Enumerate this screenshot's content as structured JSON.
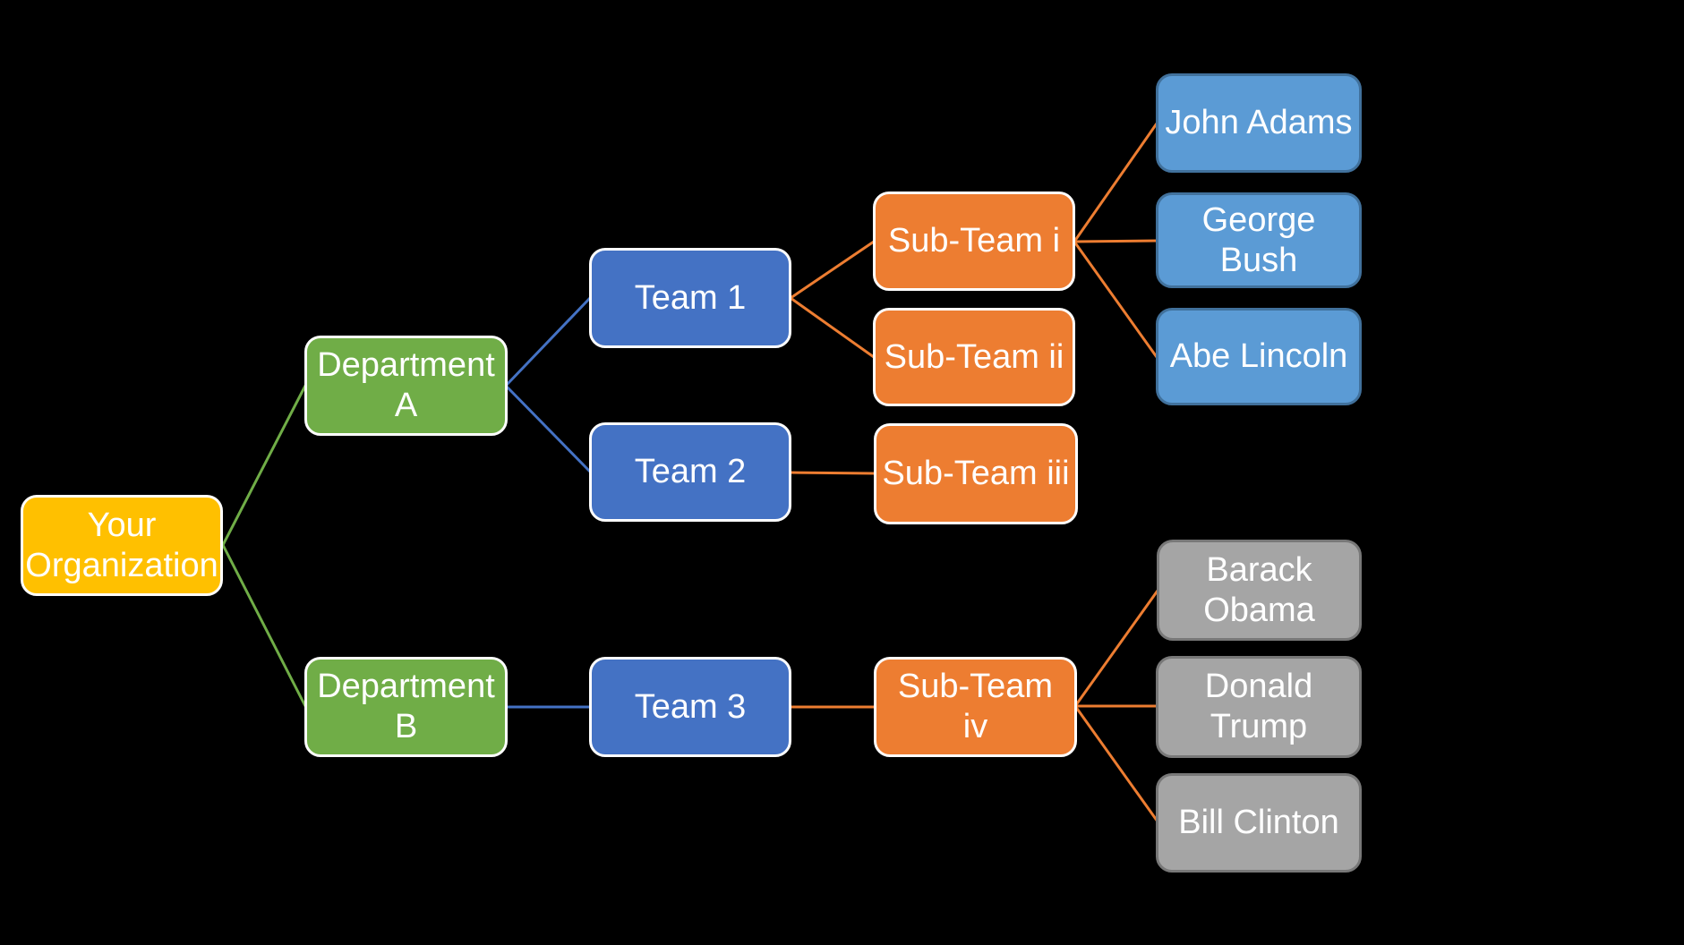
{
  "canvas": {
    "background": "#000000"
  },
  "palette": {
    "org_fill": "#FFC000",
    "department_fill": "#70AD47",
    "team_fill": "#4472C4",
    "subteam_fill": "#ED7D31",
    "person_blue_fill": "#5B9BD5",
    "person_blue_border": "#41719C",
    "person_gray_fill": "#A5A5A5",
    "person_gray_border": "#787878",
    "node_border": "#FFFFFF",
    "node_text": "#FFFFFF",
    "connector_green": "#70AD47",
    "connector_blue": "#4472C4",
    "connector_orange": "#ED7D31"
  },
  "nodes": {
    "org": {
      "label": "Your\nOrganization"
    },
    "dept_a": {
      "label": "Department\nA"
    },
    "dept_b": {
      "label": "Department\nB"
    },
    "team_1": {
      "label": "Team 1"
    },
    "team_2": {
      "label": "Team 2"
    },
    "team_3": {
      "label": "Team 3"
    },
    "subteam_i": {
      "label": "Sub-Team i"
    },
    "subteam_ii": {
      "label": "Sub-Team ii"
    },
    "subteam_iii": {
      "label": "Sub-Team iii"
    },
    "subteam_iv": {
      "label": "Sub-Team iv"
    },
    "john_adams": {
      "label": "John Adams"
    },
    "george_bush": {
      "label": "George Bush"
    },
    "abe_lincoln": {
      "label": "Abe Lincoln"
    },
    "barack_obama": {
      "label": "Barack\nObama"
    },
    "donald_trump": {
      "label": "Donald\nTrump"
    },
    "bill_clinton": {
      "label": "Bill Clinton"
    }
  },
  "edges": [
    {
      "from": "org",
      "to": "dept_a"
    },
    {
      "from": "org",
      "to": "dept_b"
    },
    {
      "from": "dept_a",
      "to": "team_1"
    },
    {
      "from": "dept_a",
      "to": "team_2"
    },
    {
      "from": "dept_b",
      "to": "team_3"
    },
    {
      "from": "team_1",
      "to": "subteam_i"
    },
    {
      "from": "team_1",
      "to": "subteam_ii"
    },
    {
      "from": "team_2",
      "to": "subteam_iii"
    },
    {
      "from": "team_3",
      "to": "subteam_iv"
    },
    {
      "from": "subteam_i",
      "to": "john_adams"
    },
    {
      "from": "subteam_i",
      "to": "george_bush"
    },
    {
      "from": "subteam_i",
      "to": "abe_lincoln"
    },
    {
      "from": "subteam_iv",
      "to": "barack_obama"
    },
    {
      "from": "subteam_iv",
      "to": "donald_trump"
    },
    {
      "from": "subteam_iv",
      "to": "bill_clinton"
    }
  ]
}
